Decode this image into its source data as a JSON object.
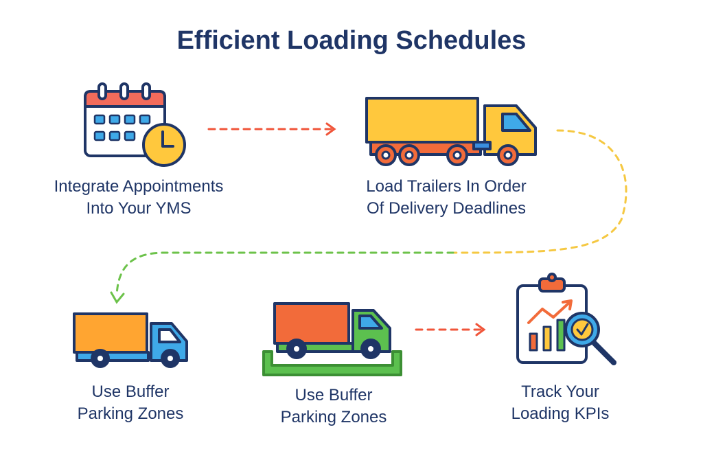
{
  "title": "Efficient Loading Schedules",
  "steps": [
    {
      "lines": [
        "Integrate Appointments",
        "Into Your YMS"
      ],
      "icon": "calendar-clock-icon"
    },
    {
      "lines": [
        "Load Trailers In Order",
        "Of Delivery Deadlines"
      ],
      "icon": "trailer-truck-icon"
    },
    {
      "lines": [
        "Use Buffer",
        "Parking Zones"
      ],
      "icon": "box-truck-icon"
    },
    {
      "lines": [
        "Use Buffer",
        "Parking Zones"
      ],
      "icon": "parked-truck-icon"
    },
    {
      "lines": [
        "Track Your",
        "Loading KPIs"
      ],
      "icon": "kpi-clipboard-icon"
    }
  ],
  "colors": {
    "navy": "#1f3566",
    "orange": "#f26b3a",
    "yellow": "#ffc83d",
    "blue": "#3fa9e8",
    "green": "#5cc04f",
    "red_connector": "#f0553a",
    "yellow_connector": "#f5c842",
    "green_connector": "#6cc24a"
  }
}
